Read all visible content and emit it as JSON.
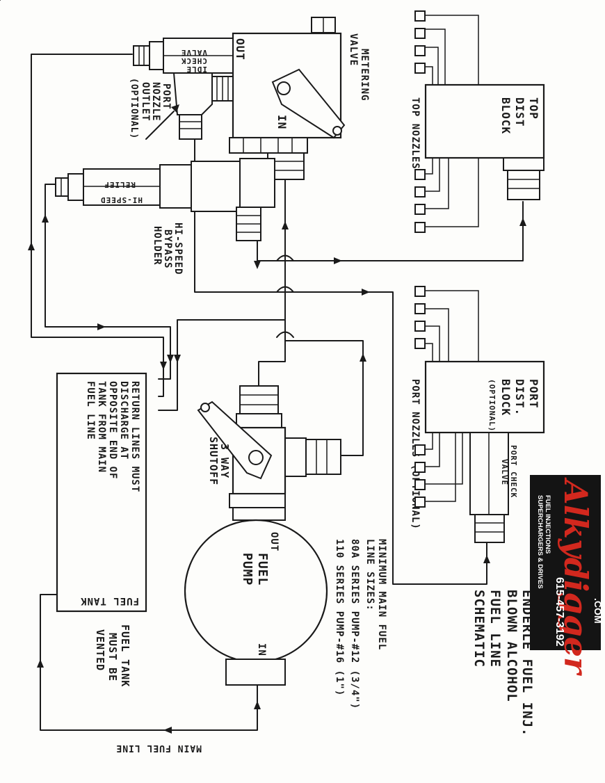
{
  "diagram": {
    "title_lines": [
      "ENDERLE FUEL INJ.",
      "BLOWN ALCOHOL",
      "FUEL LINE",
      "SCHEMATIC"
    ],
    "metering_valve": {
      "label_lines": [
        "METERING",
        "VALVE"
      ],
      "out_label": "OUT",
      "in_label": "IN"
    },
    "idle_check_valve": {
      "label_lines": [
        "IDLE",
        "CHECK",
        "VALVE"
      ]
    },
    "port_nozzle_outlet": {
      "label_lines": [
        "PORT",
        "NOZZLE",
        "OUTLET",
        "(OPTIONAL)"
      ]
    },
    "hi_speed_relief": {
      "label_lines": [
        "HI-SPEED",
        "RELIEF"
      ]
    },
    "hi_speed_bypass_holder": {
      "label_lines": [
        "HI-SPEED",
        "BYPASS",
        "HOLDER"
      ]
    },
    "top_dist_block": {
      "label_lines": [
        "TOP",
        "DIST",
        "BLOCK"
      ]
    },
    "top_nozzles": {
      "label": "TOP NOZZLES"
    },
    "port_dist_block": {
      "label_lines": [
        "PORT",
        "DIST.",
        "BLOCK",
        "(OPTIONAL)"
      ]
    },
    "port_nozzles": {
      "label": "PORT NOZZLES (OPTIONAL)"
    },
    "port_check_valve": {
      "label_lines": [
        "PORT CHECK",
        "VALVE"
      ]
    },
    "three_way_shutoff": {
      "label_lines": [
        "3 WAY",
        "SHUTOFF"
      ]
    },
    "fuel_pump": {
      "label_lines": [
        "FUEL",
        "PUMP"
      ],
      "out_mark": "OUT",
      "in_mark": "IN"
    },
    "fuel_tank": {
      "label": "FUEL TANK",
      "return_note_lines": [
        "RETURN LINES MUST",
        "DISCHARGE AT",
        "OPPOSITE END OF",
        "TANK FROM MAIN",
        "FUEL LINE"
      ]
    },
    "tank_vent_note_lines": [
      "FUEL TANK",
      "MUST BE",
      "VENTED"
    ],
    "main_fuel_line": {
      "label": "MAIN FUEL LINE"
    },
    "line_sizes_note_lines": [
      "MINIMUM MAIN FUEL",
      "LINE SIZES:",
      "80A SERIES PUMP-#12 (3/4\")",
      "110 SERIES PUMP-#16 (1\")"
    ]
  },
  "logo": {
    "brand": "Alkydigger",
    "domain_suffix": ".COM",
    "tagline_1": "FUEL INJECTIONS",
    "tagline_2": "SUPERCHARGERS & DRIVES",
    "phone": "615-457-3192",
    "colors": {
      "background": "#141414",
      "brand": "#d2281e",
      "text": "#ffffff"
    }
  }
}
